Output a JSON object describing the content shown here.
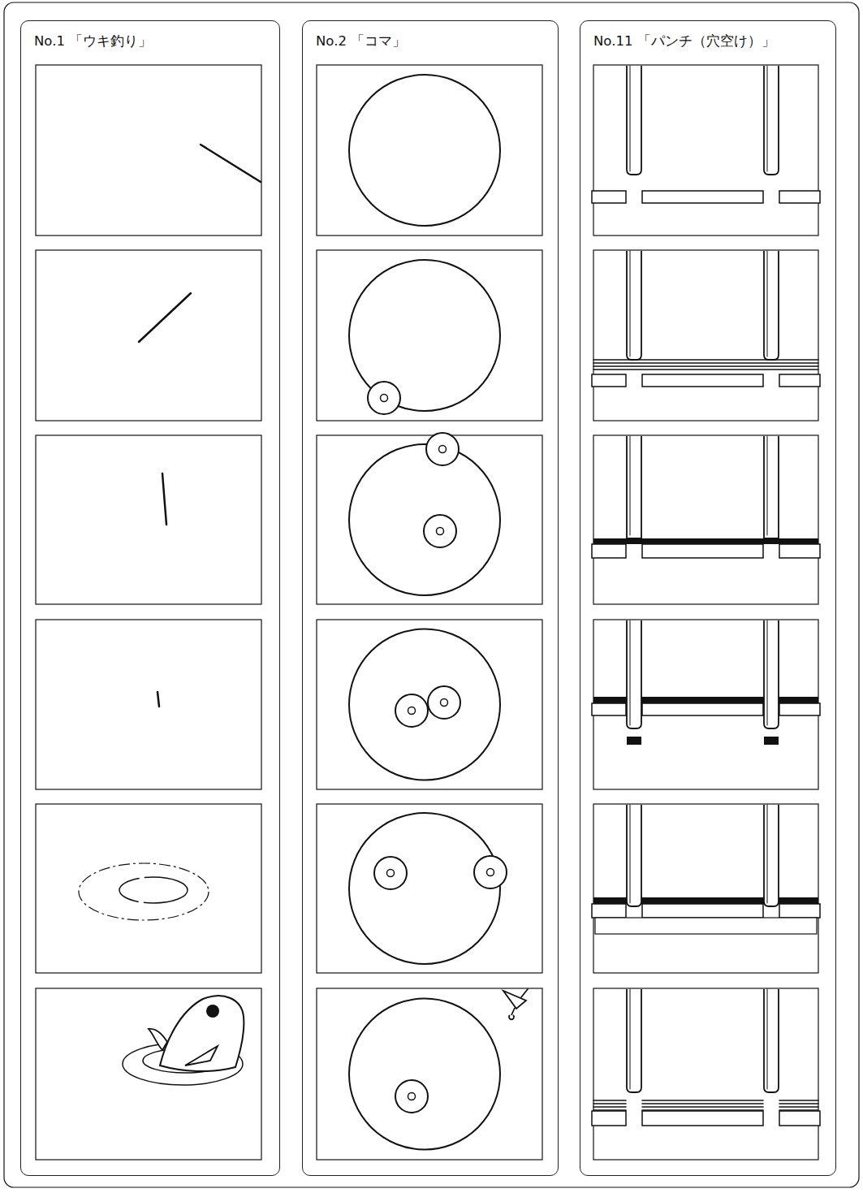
{
  "diagram": {
    "nodes": [
      {
        "text": [
          "No.1 「ウキ釣り」"
        ]
      },
      {
        "text": [
          "No.2 「コマ」"
        ]
      },
      {
        "text": [
          "No.11 「パンチ（穴空け）」"
        ]
      }
    ]
  }
}
